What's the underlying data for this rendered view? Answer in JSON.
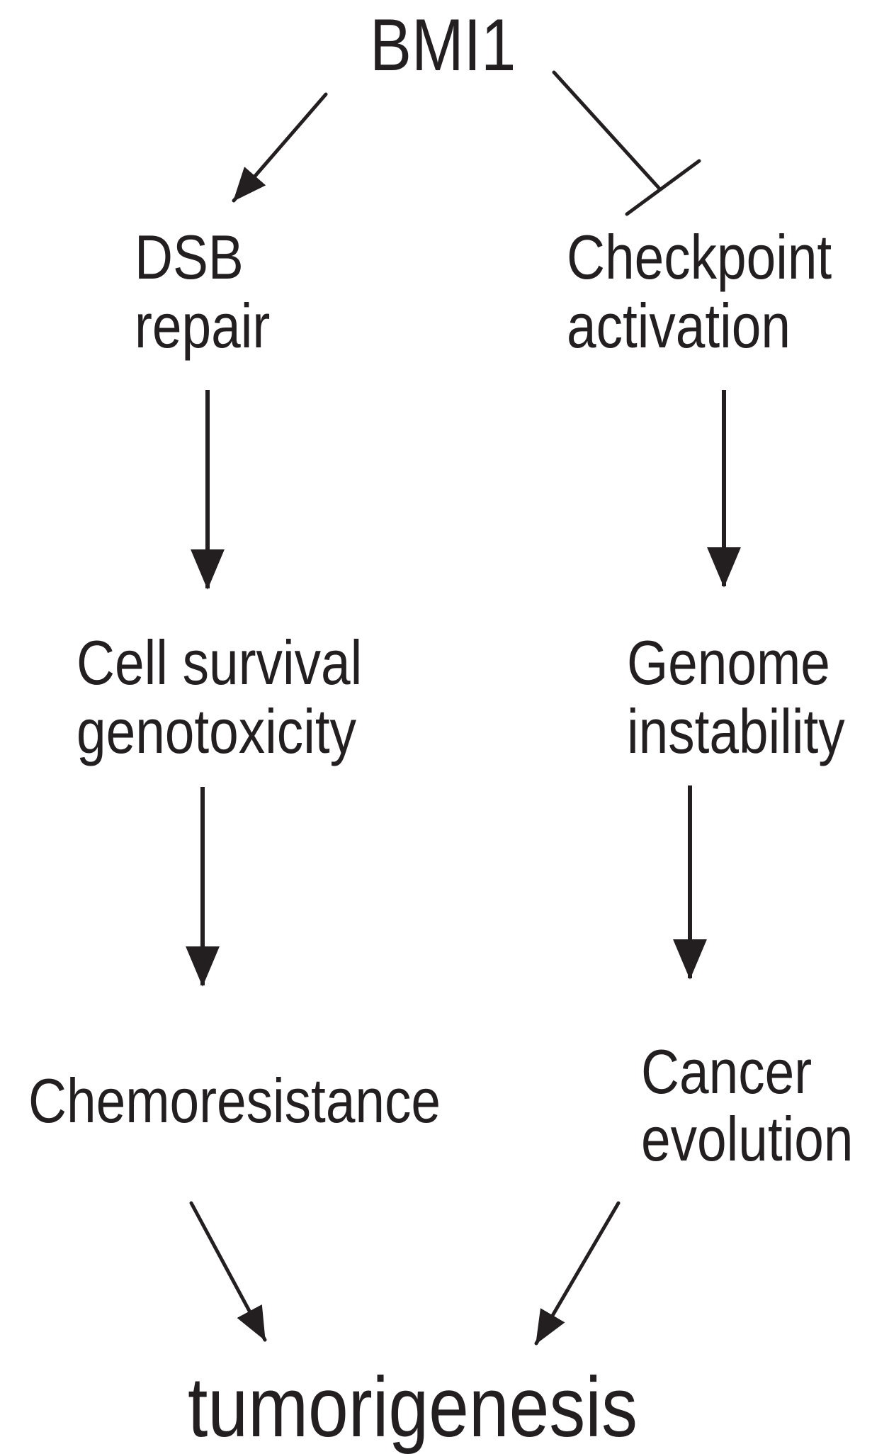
{
  "diagram": {
    "kind": "signaling-pathway-diagram",
    "nodes": {
      "bmi1": {
        "label": "BMI1"
      },
      "dsb_repair": {
        "line1": "DSB",
        "line2": "repair"
      },
      "checkpoint_activation": {
        "line1": "Checkpoint",
        "line2": "activation"
      },
      "cell_survival": {
        "line1": "Cell survival",
        "line2": "genotoxicity"
      },
      "genome_instability": {
        "line1": "Genome",
        "line2": "instability"
      },
      "chemoresistance": {
        "label": "Chemoresistance"
      },
      "cancer_evolution": {
        "line1": "Cancer",
        "line2": "evolution"
      },
      "tumorigenesis": {
        "label": "tumorigenesis"
      }
    },
    "edges": [
      {
        "from": "BMI1",
        "to": "DSB repair",
        "type": "activation-arrow"
      },
      {
        "from": "BMI1",
        "to": "Checkpoint activation",
        "type": "inhibition-tbar"
      },
      {
        "from": "DSB repair",
        "to": "Cell survival genotoxicity",
        "type": "activation-arrow"
      },
      {
        "from": "Checkpoint activation",
        "to": "Genome instability",
        "type": "activation-arrow"
      },
      {
        "from": "Cell survival genotoxicity",
        "to": "Chemoresistance",
        "type": "activation-arrow"
      },
      {
        "from": "Genome instability",
        "to": "Cancer evolution",
        "type": "activation-arrow"
      },
      {
        "from": "Chemoresistance",
        "to": "tumorigenesis",
        "type": "activation-arrow"
      },
      {
        "from": "Cancer evolution",
        "to": "tumorigenesis",
        "type": "activation-arrow"
      }
    ],
    "colors": {
      "ink": "#231f20",
      "background": "#ffffff"
    }
  }
}
